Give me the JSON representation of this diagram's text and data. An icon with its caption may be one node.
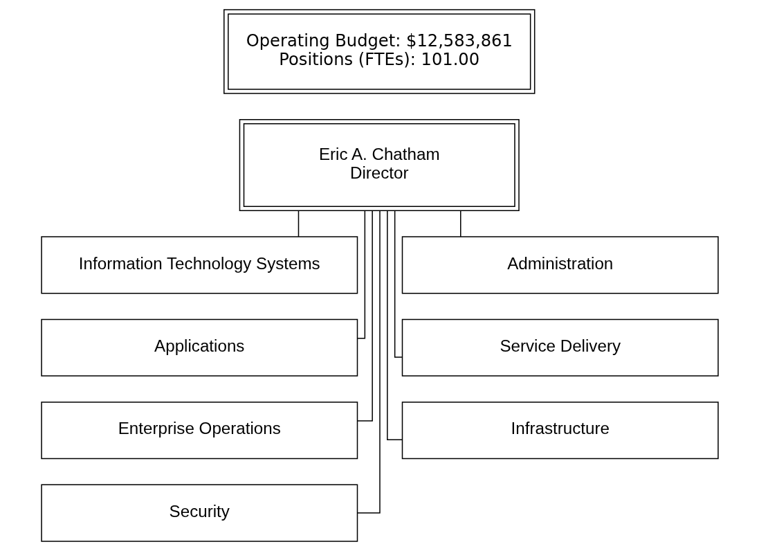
{
  "diagram": {
    "nodes": [
      {
        "text": [
          "Operating Budget: $12,583,861",
          "Positions (FTEs): 101.00"
        ]
      },
      {
        "text": [
          "Eric A. Chatham",
          "Director"
        ]
      },
      {
        "text": [
          "Information Technology Systems"
        ]
      },
      {
        "text": [
          "Administration"
        ]
      },
      {
        "text": [
          "Applications"
        ]
      },
      {
        "text": [
          "Service Delivery"
        ]
      },
      {
        "text": [
          "Enterprise Operations"
        ]
      },
      {
        "text": [
          "Infrastructure"
        ]
      },
      {
        "text": [
          "Security"
        ]
      }
    ],
    "edges": [
      {
        "from": 1,
        "to": 2,
        "arrow": "none"
      },
      {
        "from": 1,
        "to": 3,
        "arrow": "none"
      },
      {
        "from": 1,
        "to": 4,
        "arrow": "none"
      },
      {
        "from": 1,
        "to": 5,
        "arrow": "none"
      },
      {
        "from": 1,
        "to": 6,
        "arrow": "none"
      },
      {
        "from": 1,
        "to": 7,
        "arrow": "none"
      },
      {
        "from": 1,
        "to": 8,
        "arrow": "none"
      }
    ]
  }
}
